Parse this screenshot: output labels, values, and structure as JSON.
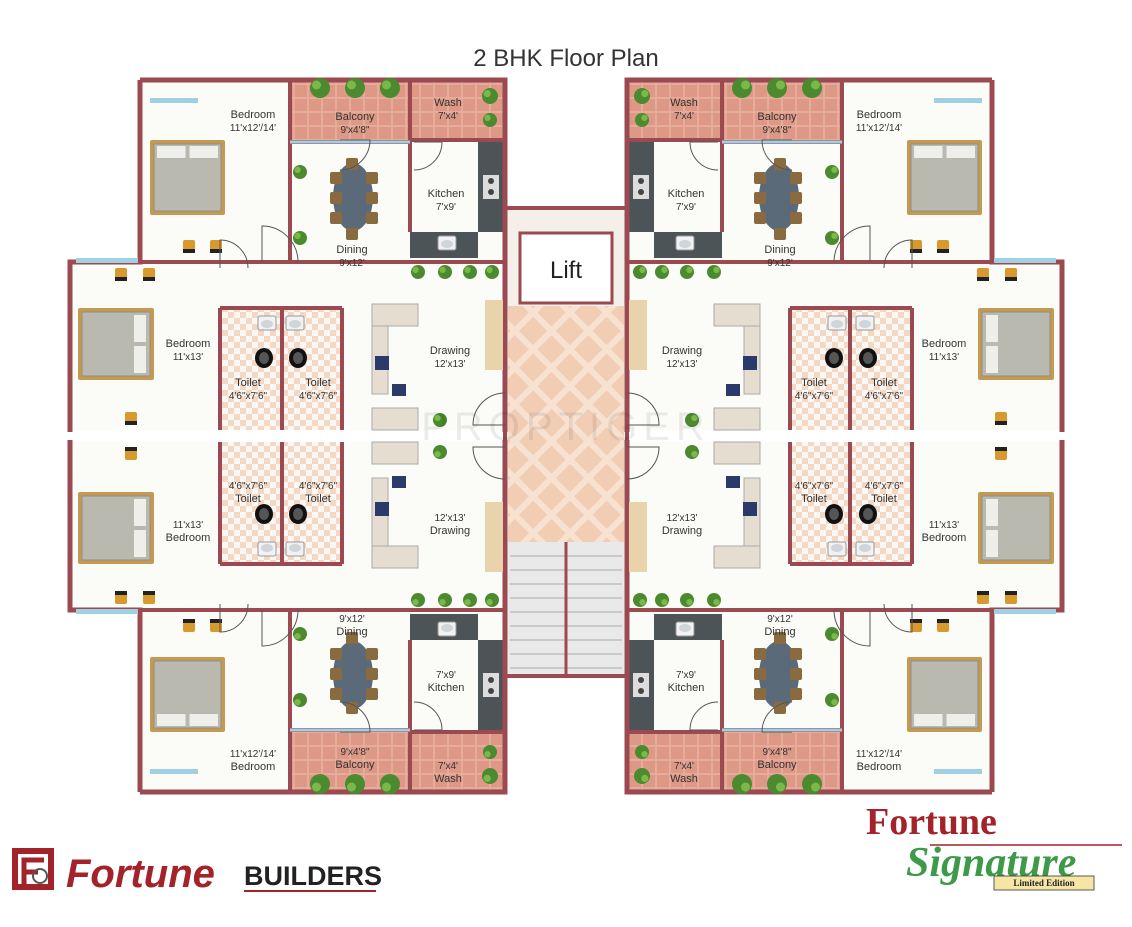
{
  "title": "2 BHK Floor Plan",
  "lift_label": "Lift",
  "watermark": "PROPTIGER",
  "brand_left": {
    "name": "Fortune",
    "suffix": "BUILDERS"
  },
  "brand_right": {
    "line1": "Fortune",
    "line2": "Signature",
    "tag": "Limited Edition"
  },
  "colors": {
    "wall": "#9c4a52",
    "balcony": "#e3a494",
    "kitchen_counter": "#4d5458",
    "stair_floor": "#f4d9c6",
    "brand_red": "#a3232a",
    "brand_green": "#3e9a48",
    "floor": "#fbfbf8",
    "bed_frame": "#c49a52",
    "plant": "#4b8a2f"
  },
  "icons": [
    "bed-icon",
    "dining-table-icon",
    "sofa-icon",
    "toilet-icon",
    "sink-icon",
    "stove-icon",
    "plant-icon",
    "chair-icon",
    "door-swing-icon",
    "builder-logo-icon"
  ],
  "units": [
    {
      "rooms": {
        "bedroom_top": {
          "name": "Bedroom",
          "dim": "11'x12'/14'"
        },
        "balcony": {
          "name": "Balcony",
          "dim": "9'x4'8\""
        },
        "wash": {
          "name": "Wash",
          "dim": "7'x4'"
        },
        "kitchen": {
          "name": "Kitchen",
          "dim": "7'x9'"
        },
        "dining": {
          "name": "Dining",
          "dim": "9'x12'"
        },
        "bedroom_side": {
          "name": "Bedroom",
          "dim": "11'x13'"
        },
        "toilet_a": {
          "name": "Toilet",
          "dim": "4'6\"x7'6\""
        },
        "toilet_b": {
          "name": "Toilet",
          "dim": "4'6\"x7'6\""
        },
        "drawing": {
          "name": "Drawing",
          "dim": "12'x13'"
        }
      }
    },
    {
      "rooms": {
        "bedroom_top": {
          "name": "Bedroom",
          "dim": "11'x12'/14'"
        },
        "balcony": {
          "name": "Balcony",
          "dim": "9'x4'8\""
        },
        "wash": {
          "name": "Wash",
          "dim": "7'x4'"
        },
        "kitchen": {
          "name": "Kitchen",
          "dim": "7'x9'"
        },
        "dining": {
          "name": "Dining",
          "dim": "9'x12'"
        },
        "bedroom_side": {
          "name": "Bedroom",
          "dim": "11'x13'"
        },
        "toilet_a": {
          "name": "Toilet",
          "dim": "4'6\"x7'6\""
        },
        "toilet_b": {
          "name": "Toilet",
          "dim": "4'6\"x7'6\""
        },
        "drawing": {
          "name": "Drawing",
          "dim": "12'x13'"
        }
      }
    },
    {
      "rooms": {
        "bedroom_top": {
          "name": "Bedroom",
          "dim": "11'x12'/14'"
        },
        "balcony": {
          "name": "Balcony",
          "dim": "9'x4'8\""
        },
        "wash": {
          "name": "Wash",
          "dim": "7'x4'"
        },
        "kitchen": {
          "name": "Kitchen",
          "dim": "7'x9'"
        },
        "dining": {
          "name": "Dining",
          "dim": "9'x12'"
        },
        "bedroom_side": {
          "name": "Bedroom",
          "dim": "11'x13'"
        },
        "toilet_a": {
          "name": "Toilet",
          "dim": "4'6\"x7'6\""
        },
        "toilet_b": {
          "name": "Toilet",
          "dim": "4'6\"x7'6\""
        },
        "drawing": {
          "name": "Drawing",
          "dim": "12'x13'"
        }
      }
    },
    {
      "rooms": {
        "bedroom_top": {
          "name": "Bedroom",
          "dim": "11'x12'/14'"
        },
        "balcony": {
          "name": "Balcony",
          "dim": "9'x4'8\""
        },
        "wash": {
          "name": "Wash",
          "dim": "7'x4'"
        },
        "kitchen": {
          "name": "Kitchen",
          "dim": "7'x9'"
        },
        "dining": {
          "name": "Dining",
          "dim": "9'x12'"
        },
        "bedroom_side": {
          "name": "Bedroom",
          "dim": "11'x13'"
        },
        "toilet_a": {
          "name": "Toilet",
          "dim": "4'6\"x7'6\""
        },
        "toilet_b": {
          "name": "Toilet",
          "dim": "4'6\"x7'6\""
        },
        "drawing": {
          "name": "Drawing",
          "dim": "12'x13'"
        }
      }
    }
  ]
}
